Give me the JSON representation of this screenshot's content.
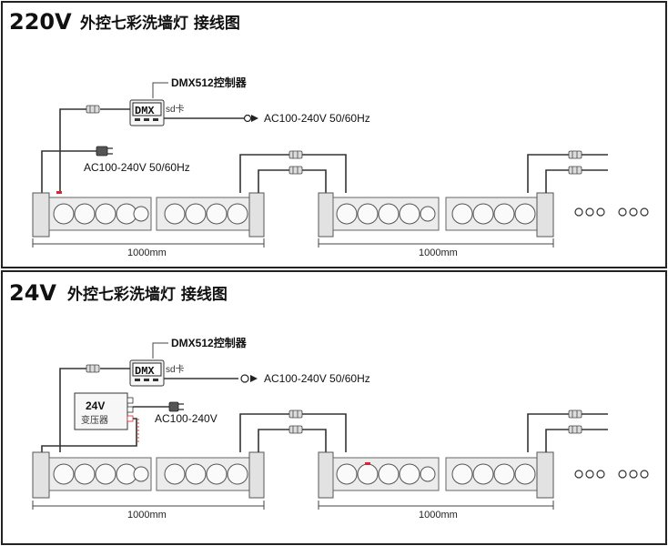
{
  "panels": [
    {
      "title_voltage": "220V",
      "title_text": "外控七彩洗墙灯 接线图",
      "controller_label": "DMX512控制器",
      "dmx_screen": "DMX",
      "sd_label": "sd卡",
      "ac_controller": "AC100-240V  50/60Hz",
      "ac_light": "AC100-240V  50/60Hz",
      "length_left": "1000mm",
      "length_right": "1000mm"
    },
    {
      "title_voltage": "24V",
      "title_text": "外控七彩洗墙灯 接线图",
      "controller_label": "DMX512控制器",
      "dmx_screen": "DMX",
      "sd_label": "sd卡",
      "ac_controller": "AC100-240V  50/60Hz",
      "transformer_voltage": "24V",
      "transformer_label": "变压器",
      "ac_transformer": "AC100-240V",
      "length_left": "1000mm",
      "length_right": "1000mm"
    }
  ],
  "colors": {
    "panel_border": "#222222",
    "accent": "#dd2233"
  }
}
